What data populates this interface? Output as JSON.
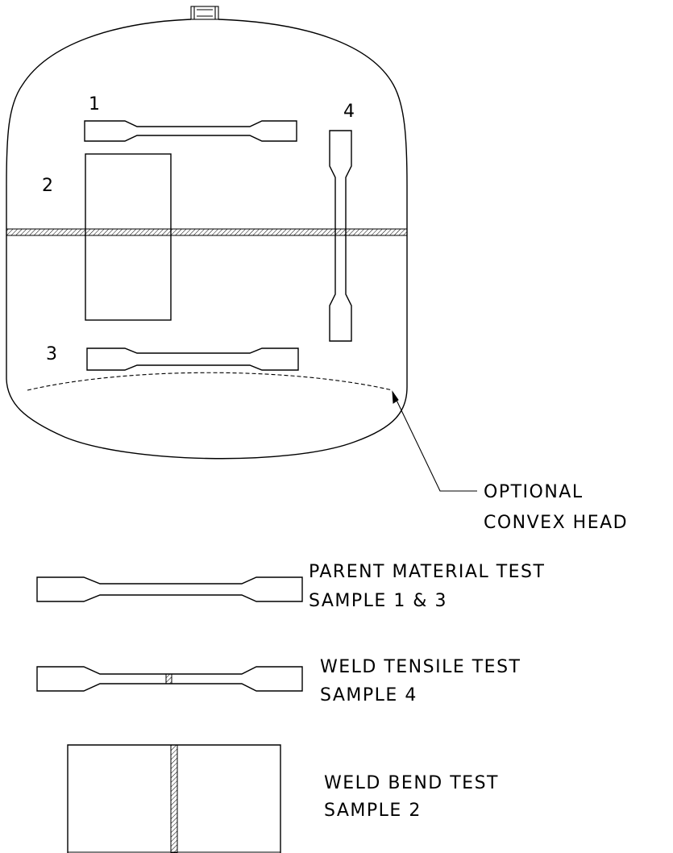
{
  "vessel": {
    "sample_numbers": [
      "1",
      "2",
      "3",
      "4"
    ]
  },
  "callout": {
    "line1": "OPTIONAL",
    "line2": "CONVEX  HEAD"
  },
  "legend": {
    "parent_material": {
      "line1": "PARENT  MATERIAL  TEST",
      "line2": "SAMPLE  1  &  3"
    },
    "weld_tensile": {
      "line1": "WELD  TENSILE  TEST",
      "line2": "SAMPLE  4"
    },
    "weld_bend": {
      "line1": "WELD  BEND  TEST",
      "line2": "SAMPLE  2"
    }
  },
  "colors": {
    "ink": "#000000",
    "background": "#ffffff"
  }
}
